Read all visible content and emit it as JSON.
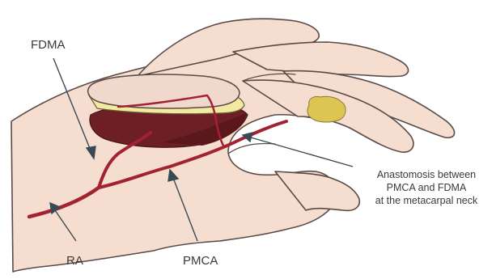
{
  "labels": {
    "fdma": "FDMA",
    "ra": "RA",
    "pmca": "PMCA",
    "anastomosis_line1": "Anastomosis between",
    "anastomosis_line2": "PMCA and FDMA",
    "anastomosis_line3": "at the metacarpal neck"
  },
  "colors": {
    "skin_fill": "#f5ddd0",
    "outline": "#5a4a46",
    "artery": "#a3222f",
    "flap_bed": "#6e1f25",
    "flap_skin": "#f1d8cd",
    "fat_layer": "#f1ea9f",
    "defect": "#dcc552",
    "leader_line": "#3a4a55",
    "text": "#3a3a3a"
  }
}
